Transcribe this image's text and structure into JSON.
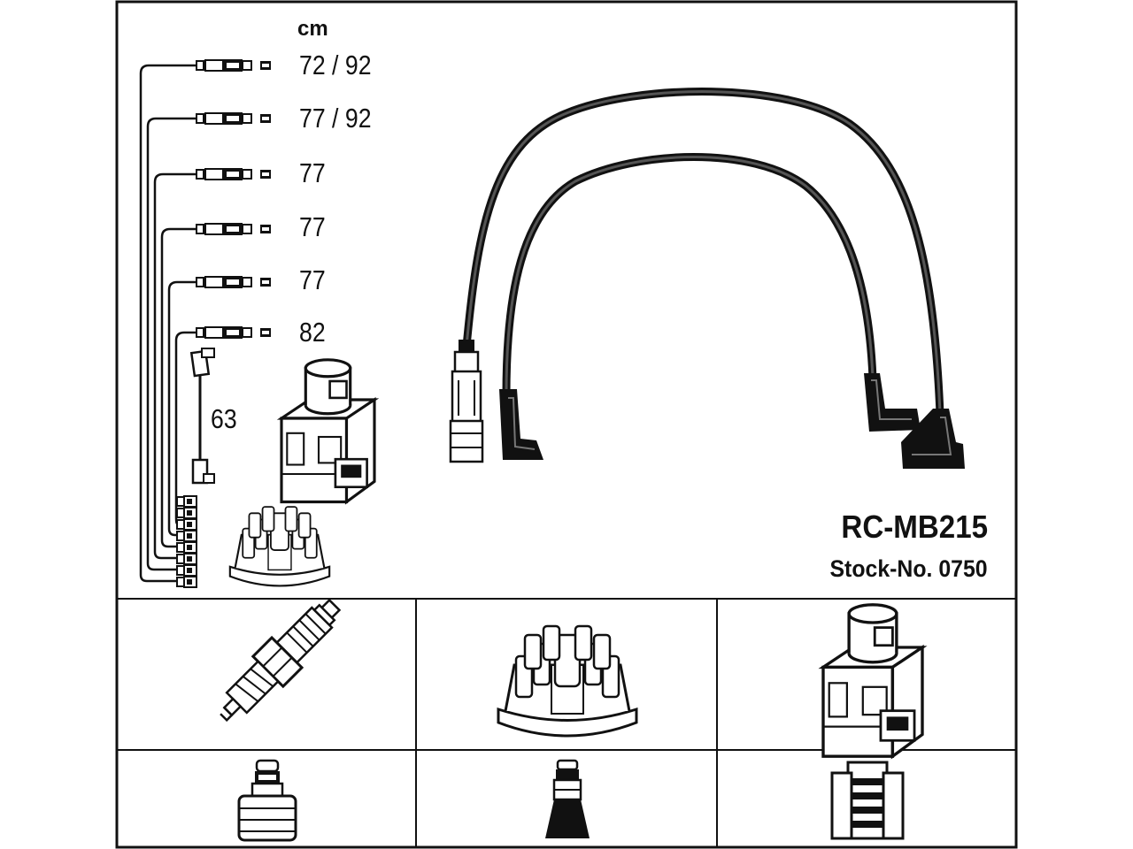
{
  "header": {
    "unit": "cm"
  },
  "cables": [
    {
      "id": "cable-1",
      "length": "72 / 92"
    },
    {
      "id": "cable-2",
      "length": "77 / 92"
    },
    {
      "id": "cable-3",
      "length": "77"
    },
    {
      "id": "cable-4",
      "length": "77"
    },
    {
      "id": "cable-5",
      "length": "77"
    },
    {
      "id": "cable-6",
      "length": "82"
    }
  ],
  "coil_cable": {
    "length": "63"
  },
  "product": {
    "model": "RC-MB215",
    "stock_number": "Stock-No. 0750"
  },
  "components": [
    {
      "name": "spark-plug",
      "icon": "spark-plug-icon"
    },
    {
      "name": "distributor-cap",
      "icon": "distributor-cap-icon"
    },
    {
      "name": "ignition-coil",
      "icon": "ignition-coil-icon"
    }
  ],
  "connectors": [
    {
      "name": "spark-plug-terminal",
      "icon": "plug-terminal-icon"
    },
    {
      "name": "distributor-terminal",
      "icon": "distributor-terminal-icon"
    },
    {
      "name": "coil-terminal",
      "icon": "coil-terminal-icon"
    }
  ]
}
